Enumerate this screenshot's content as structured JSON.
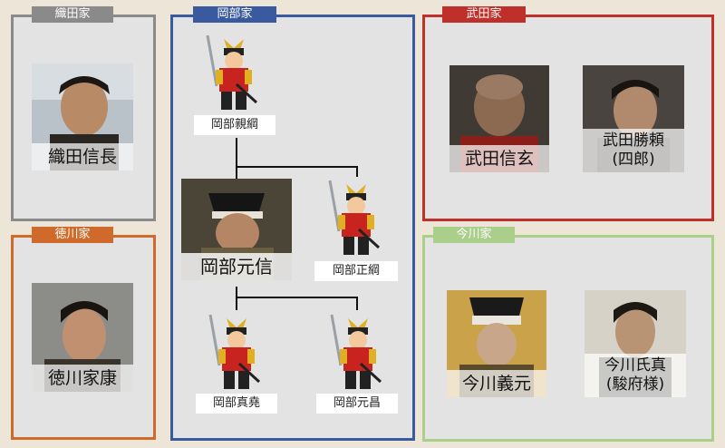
{
  "clans": {
    "oda": {
      "tag": "織田家",
      "color": "#8a8a8a"
    },
    "okabe": {
      "tag": "岡部家",
      "color": "#3a5aa0"
    },
    "takeda": {
      "tag": "武田家",
      "color": "#c0302a"
    },
    "tokugawa": {
      "tag": "徳川家",
      "color": "#cf6a2a"
    },
    "imagawa": {
      "tag": "今川家",
      "color": "#a9cf8a"
    }
  },
  "people": {
    "nobunaga": "織田信長",
    "ieyasu": "徳川家康",
    "shingen": "武田信玄",
    "katsuyori": [
      "武田勝頼",
      "(四郎)"
    ],
    "yoshimoto": "今川義元",
    "ujizane": [
      "今川氏真",
      "(駿府様)"
    ],
    "chikatsuna": "岡部親綱",
    "motonobu": "岡部元信",
    "masatsuna": "岡部正綱",
    "sadataka": "岡部真堯",
    "motomasa": "岡部元昌"
  }
}
